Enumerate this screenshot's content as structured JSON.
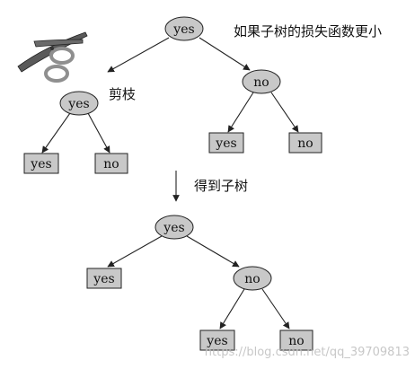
{
  "annotations": {
    "condition": "如果子树的损失函数更小",
    "prune": "剪枝",
    "result": "得到子树"
  },
  "original_tree": {
    "root": "yes",
    "left_child": "yes",
    "left_leaves": [
      "yes",
      "no"
    ],
    "right_child": "no",
    "right_leaves": [
      "yes",
      "no"
    ]
  },
  "pruned_tree": {
    "root": "yes",
    "left_leaf": "yes",
    "right_child": "no",
    "right_leaves": [
      "yes",
      "no"
    ]
  },
  "watermark": "https://blog.csdn.net/qq_39709813",
  "colors": {
    "node_fill": "#c8c8c8",
    "stroke": "#222222",
    "scissors_blade": "#5a5a5a",
    "scissors_handle": "#8f8f8f"
  }
}
